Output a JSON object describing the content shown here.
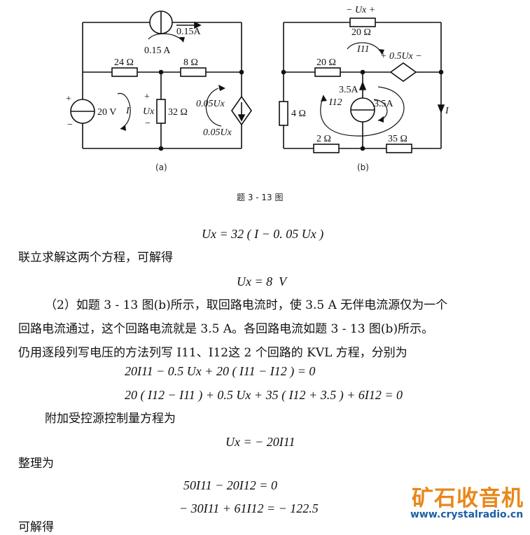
{
  "figure": {
    "a": {
      "caption": "(a)",
      "labels": {
        "src_top": "0.15A",
        "loop_top": "0.15 A",
        "r24": "24 Ω",
        "r8": "8 Ω",
        "r32": "32 Ω",
        "vsrc": "20 V",
        "loop_i": "I",
        "ux_plus": "+",
        "ux": "Ux",
        "ux_minus": "−",
        "dep_loop": "0.05Ux",
        "dep_src": "0.05Ux",
        "v_plus": "+",
        "v_minus": "−"
      }
    },
    "b": {
      "caption": "(b)",
      "labels": {
        "ux_top": "− Ux +",
        "r20_top": "20 Ω",
        "i11": "I11",
        "dep": "+ 0.5Ux −",
        "r20_mid": "20 Ω",
        "cs_upper": "3.5A",
        "cs_side": "3.5A",
        "i12": "I12",
        "r4": "4 Ω",
        "r2": "2 Ω",
        "r35": "35 Ω",
        "i_right": "I"
      }
    },
    "caption": "题 3 - 13 图"
  },
  "text": {
    "eq1": "Ux = 32 ( I − 0. 05 Ux )",
    "p1": "联立求解这两个方程，可解得",
    "eq2": "Ux = 8  V",
    "p2": "（2）如题 3 - 13 图(b)所示，取回路电流时，使 3.5 A 无伴电流源仅为一个",
    "p3": "回路电流通过，这个回路电流就是 3.5 A。各回路电流如题 3 - 13 图(b)所示。",
    "p4": "仍用逐段列写电压的方法列写 I11、I12这 2 个回路的 KVL 方程，分别为",
    "eq3": "20I11 − 0.5 Ux + 20 ( I11 − I12 ) = 0",
    "eq4": "20 ( I12 − I11 ) + 0.5 Ux + 35 ( I12 + 3.5 ) + 6I12 = 0",
    "p5": "附加受控源控制量方程为",
    "eq5": "Ux = − 20I11",
    "p6": "整理为",
    "eq6": "50I11 − 20I12 = 0",
    "eq7": "− 30I11 + 61I12 = − 122.5",
    "p7": "可解得"
  },
  "watermark": {
    "cn": "矿石收音机",
    "url": "www.crystalradio.cn"
  }
}
